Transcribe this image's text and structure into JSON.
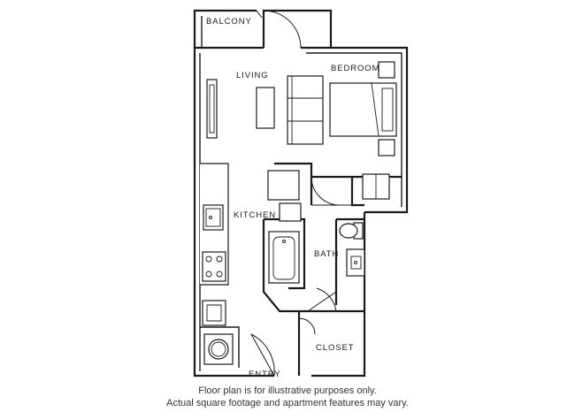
{
  "rooms": {
    "balcony": "BALCONY",
    "living": "LIVING",
    "bedroom": "BEDROOM",
    "kitchen": "KITCHEN",
    "bath": "BATH",
    "closet": "CLOSET",
    "entry": "ENTRY"
  },
  "disclaimer": {
    "line1": "Floor plan is for illustrative purposes only.",
    "line2": "Actual square footage and apartment features may vary."
  }
}
